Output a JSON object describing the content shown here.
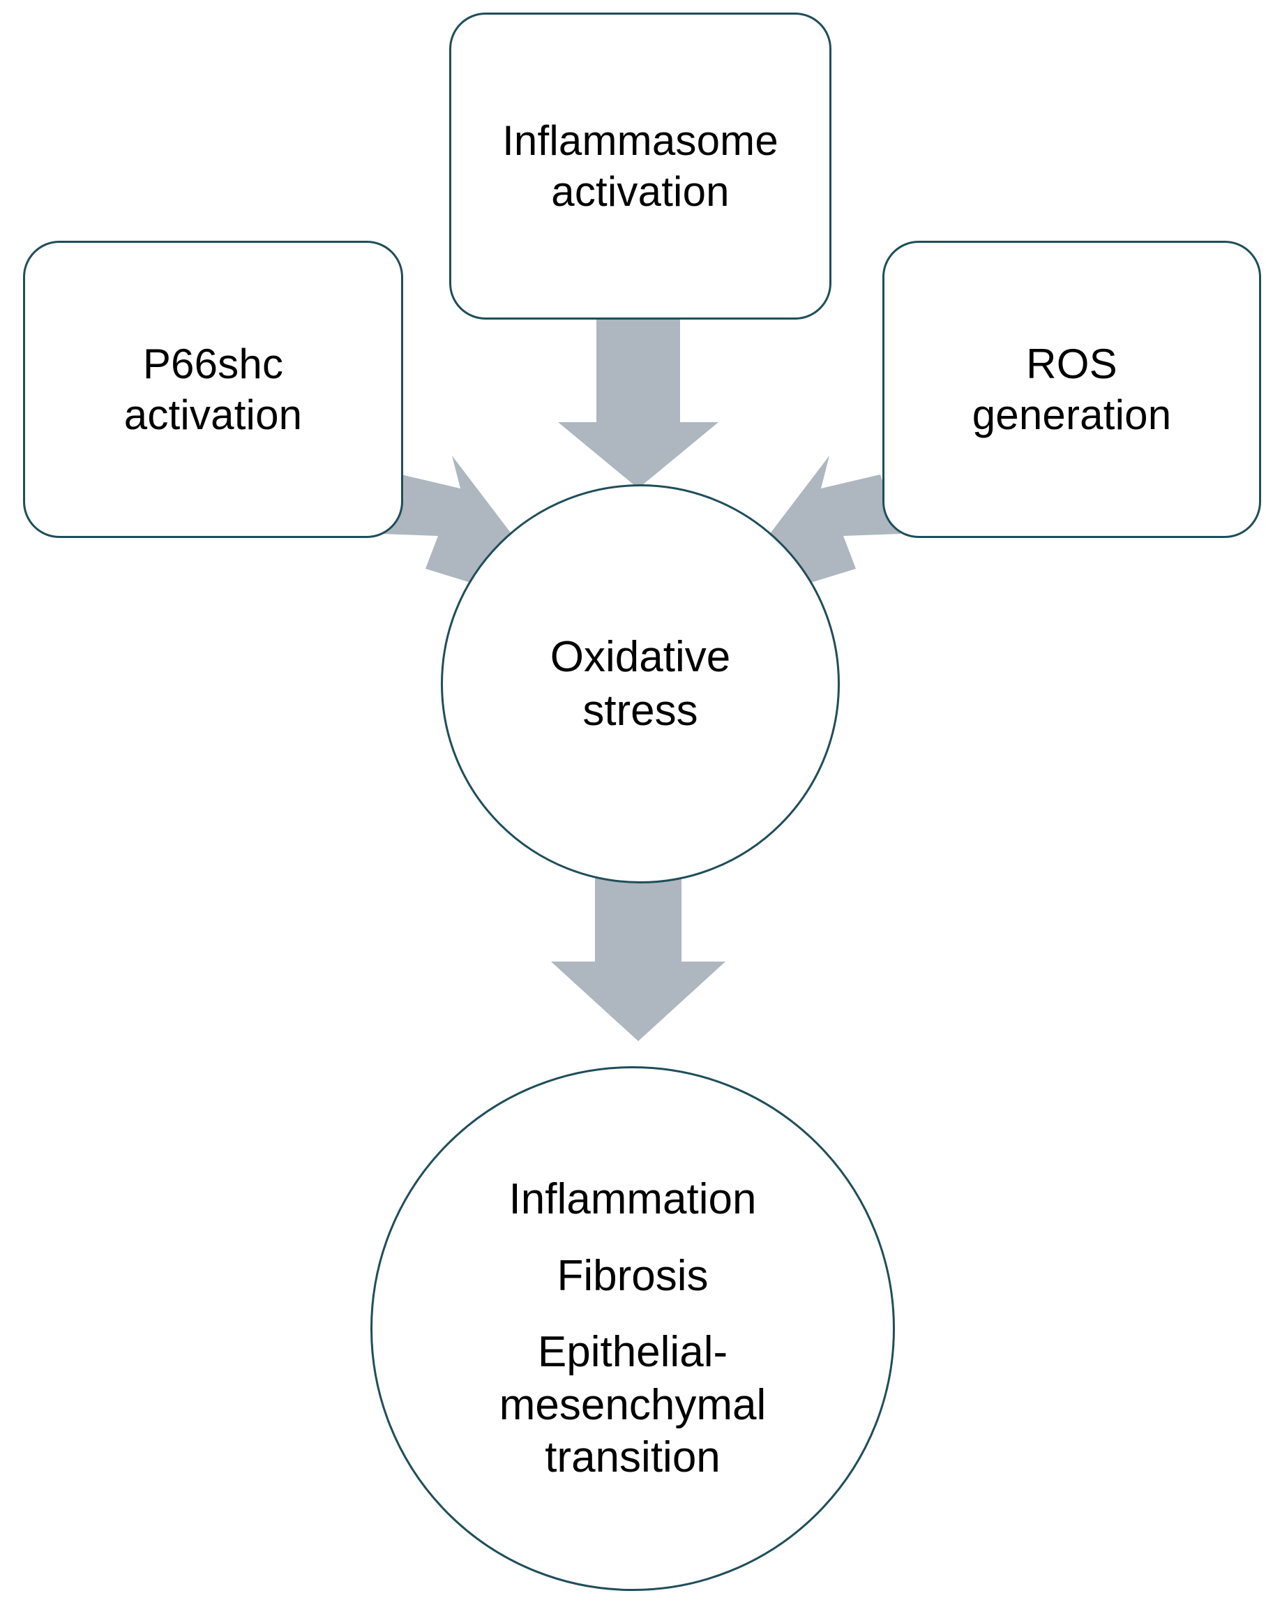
{
  "diagram": {
    "title": "Oxidative stress pathway flow diagram",
    "colors": {
      "node_border": "#1f4e5a",
      "node_fill": "#ffffff",
      "arrow_fill": "#aeb6c0",
      "text": "#000000",
      "background": "#ffffff"
    },
    "nodes": [
      {
        "id": "inflammasome",
        "shape": "rounded-rectangle",
        "label": "Inflammasome\nactivation",
        "lines": [
          "Inflammasome",
          "activation"
        ]
      },
      {
        "id": "p66shc",
        "shape": "rounded-rectangle",
        "label": "P66shc\nactivation",
        "lines": [
          "P66shc",
          "activation"
        ]
      },
      {
        "id": "ros",
        "shape": "rounded-rectangle",
        "label": "ROS\ngeneration",
        "lines": [
          "ROS",
          "generation"
        ]
      },
      {
        "id": "oxidative-stress",
        "shape": "circle",
        "label": "Oxidative\nstress",
        "lines": [
          "Oxidative",
          "stress"
        ]
      },
      {
        "id": "outcomes",
        "shape": "circle",
        "label": "Inflammation\nFibrosis\nEpithelial-mesenchymal transition",
        "lines": [
          "Inflammation",
          "Fibrosis",
          "Epithelial-\nmesenchymal\ntransition"
        ]
      }
    ],
    "edges": [
      {
        "id": "edge-inflammasome-to-oxidative",
        "from": "inflammasome",
        "to": "oxidative-stress",
        "style": "block-arrow",
        "direction": "down"
      },
      {
        "id": "edge-p66shc-to-oxidative",
        "from": "p66shc",
        "to": "oxidative-stress",
        "style": "block-arrow",
        "direction": "down-right"
      },
      {
        "id": "edge-ros-to-oxidative",
        "from": "ros",
        "to": "oxidative-stress",
        "style": "block-arrow",
        "direction": "down-left"
      },
      {
        "id": "edge-oxidative-to-outcomes",
        "from": "oxidative-stress",
        "to": "outcomes",
        "style": "block-arrow",
        "direction": "down"
      }
    ]
  }
}
